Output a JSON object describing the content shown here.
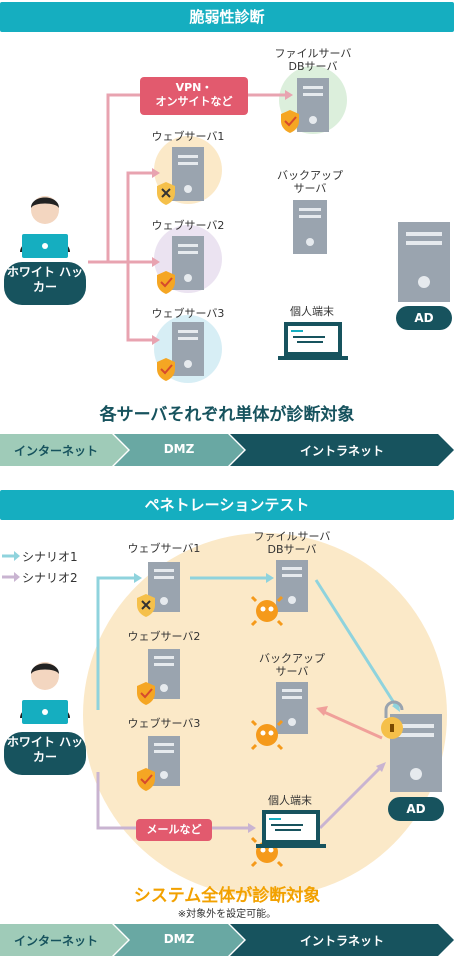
{
  "section1": {
    "header": "脆弱性診断",
    "hacker_label": "ホワイト\nハッカー",
    "tag": "VPN・\nオンサイトなど",
    "fileserver_label": "ファイルサーバ\nDBサーバ",
    "web1_label": "ウェブサーバ1",
    "web2_label": "ウェブサーバ2",
    "web3_label": "ウェブサーバ3",
    "backup_label": "バックアップ\nサーバ",
    "pc_label": "個人端末",
    "ad_label": "AD",
    "caption": "各サーバそれぞれ単体が診断対象",
    "zones": [
      "インターネット",
      "DMZ",
      "イントラネット"
    ]
  },
  "section2": {
    "header": "ペネトレーションテスト",
    "legend1": "シナリオ1",
    "legend2": "シナリオ2",
    "hacker_label": "ホワイト\nハッカー",
    "web1_label": "ウェブサーバ1",
    "web2_label": "ウェブサーバ2",
    "web3_label": "ウェブサーバ3",
    "fileserver_label": "ファイルサーバ\nDBサーバ",
    "backup_label": "バックアップ\nサーバ",
    "pc_label": "個人端末",
    "tag": "メールなど",
    "ad_label": "AD",
    "caption": "システム全体が診断対象",
    "note": "※対象外を設定可能。",
    "zones": [
      "インターネット",
      "DMZ",
      "イントラネット"
    ]
  },
  "colors": {
    "teal_header": "#15aec0",
    "dark_teal": "#17535e",
    "pink": "#e25a6e",
    "scenario1": "#8fd3dd",
    "scenario2": "#c9b4d1",
    "orange_caption": "#f2a100"
  },
  "icons": [
    "hacker-icon",
    "server-icon",
    "shield-check-icon",
    "shield-cross-icon",
    "virus-icon",
    "lock-icon",
    "laptop-icon"
  ]
}
